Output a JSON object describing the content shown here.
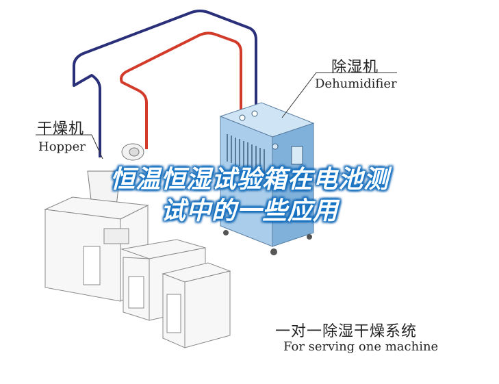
{
  "labels": {
    "dehumidifier_cn": "除湿机",
    "dehumidifier_en": "Dehumidifier",
    "hopper_cn": "干燥机",
    "hopper_en": "Hopper",
    "system_cn": "一对一除湿干燥系统",
    "system_en": "For serving one machine"
  },
  "title": {
    "line1": "恒温恒湿试验箱在电池测",
    "line2": "试中的一些应用"
  },
  "colors": {
    "pipe_blue": "#2a2f7a",
    "pipe_red": "#d23a2a",
    "dehumidifier_body": "#a9cdea",
    "dehumidifier_side": "#7fb1db",
    "title_glow": "#1a7fd4"
  }
}
